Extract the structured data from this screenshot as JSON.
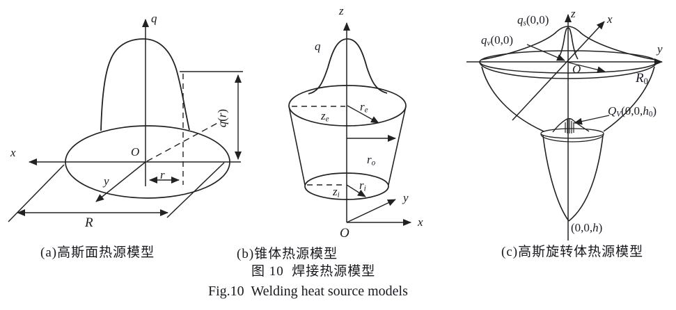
{
  "figure": {
    "caption_cn": "图 10  焊接热源模型",
    "caption_en": "Fig.10  Welding heat source models",
    "ink_color": "#222222",
    "background": "#ffffff"
  },
  "panels": {
    "a": {
      "caption": "(a)高斯面热源模型",
      "labels": {
        "q": "q",
        "x": "x",
        "y": "y",
        "origin": "O",
        "r": "r",
        "R": "R"
      },
      "runs": {
        "qr": [
          [
            "q",
            "i"
          ],
          [
            "(",
            "n"
          ],
          [
            "r",
            "i"
          ],
          [
            ")",
            "n"
          ]
        ]
      }
    },
    "b": {
      "caption": "(b)锥体热源模型",
      "labels": {
        "z": "z",
        "q": "q",
        "x": "x",
        "y": "y",
        "origin": "O"
      },
      "runs": {
        "ze": [
          [
            "z",
            "i"
          ],
          [
            "e",
            "s"
          ]
        ],
        "re": [
          [
            "r",
            "i"
          ],
          [
            "e",
            "s"
          ]
        ],
        "ro": [
          [
            "r",
            "i"
          ],
          [
            "o",
            "s"
          ]
        ],
        "zi": [
          [
            "z",
            "i"
          ],
          [
            "i",
            "s"
          ]
        ],
        "ri": [
          [
            "r",
            "i"
          ],
          [
            "i",
            "s"
          ]
        ]
      }
    },
    "c": {
      "caption": "(c)高斯旋转体热源模型",
      "labels": {
        "z": "z",
        "x": "x",
        "y": "y",
        "origin": "O"
      },
      "runs": {
        "qs": [
          [
            "q",
            "i"
          ],
          [
            "s",
            "s"
          ],
          [
            "(0,0)",
            "n"
          ]
        ],
        "qv": [
          [
            "q",
            "i"
          ],
          [
            "v",
            "s"
          ],
          [
            "(0,0)",
            "n"
          ]
        ],
        "r0": [
          [
            "R",
            "i"
          ],
          [
            "0",
            "d"
          ]
        ],
        "qv_point": [
          [
            "Q",
            "i"
          ],
          [
            "V",
            "s"
          ],
          [
            "(0,0,",
            "n"
          ],
          [
            "h",
            "i"
          ],
          [
            "0",
            "d"
          ],
          [
            ")",
            "n"
          ]
        ],
        "bottom_point": [
          [
            "(0,0,",
            "n"
          ],
          [
            "h",
            "i"
          ],
          [
            ")",
            "n"
          ]
        ]
      }
    }
  }
}
